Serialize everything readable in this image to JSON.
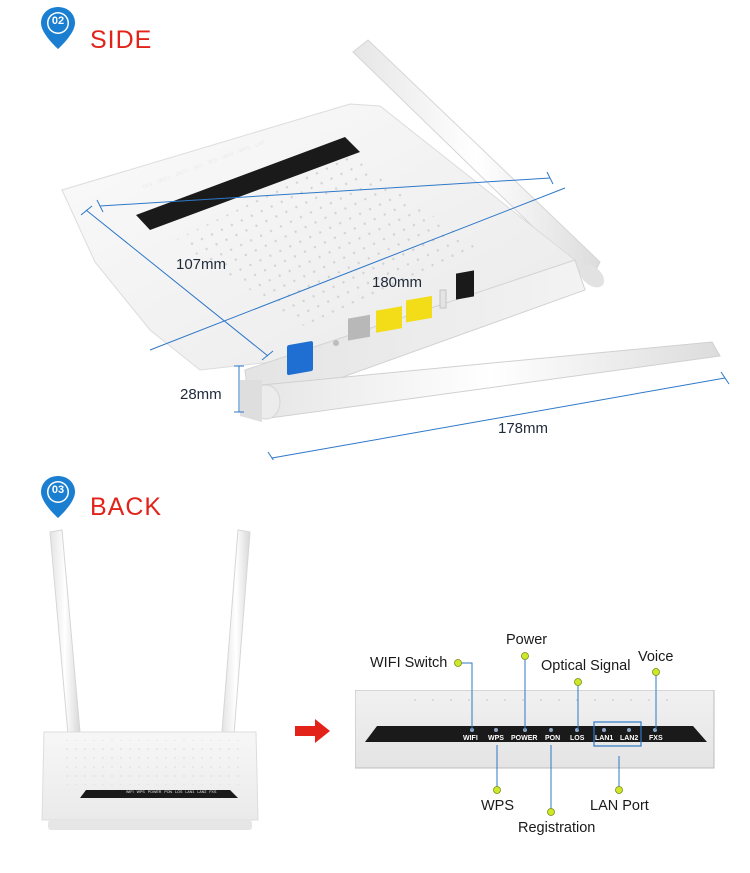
{
  "side_section": {
    "badge": "02",
    "title": "SIDE",
    "dimensions": {
      "depth": "107mm",
      "width": "180mm",
      "height": "28mm",
      "antenna": "178mm"
    },
    "top_led_labels": [
      "5V.4",
      "ONT1",
      "ONT1",
      "SC1",
      "ROI",
      "WAN",
      "WPS",
      "LAN"
    ]
  },
  "back_section": {
    "badge": "03",
    "title": "BACK",
    "panel_labels": [
      "WIFI",
      "WPS",
      "POWER",
      "PON",
      "LOS",
      "LAN1",
      "LAN2",
      "FXS"
    ],
    "small_panel_labels": [
      "WIFI",
      "WPS",
      "POWER",
      "PON",
      "LOS",
      "LAN1",
      "LAN2",
      "FXS"
    ],
    "callouts": {
      "wifi_switch": "WIFI Switch",
      "power": "Power",
      "optical_signal": "Optical Signal",
      "voice": "Voice",
      "wps": "WPS",
      "registration": "Registration",
      "lan_port": "LAN Port"
    }
  },
  "colors": {
    "accent_red": "#e3231a",
    "badge_blue": "#1a7fd1",
    "dimension_line": "#2e78c8",
    "callout_dot": "#cde82a",
    "led_strip": "#1a1a1a"
  }
}
